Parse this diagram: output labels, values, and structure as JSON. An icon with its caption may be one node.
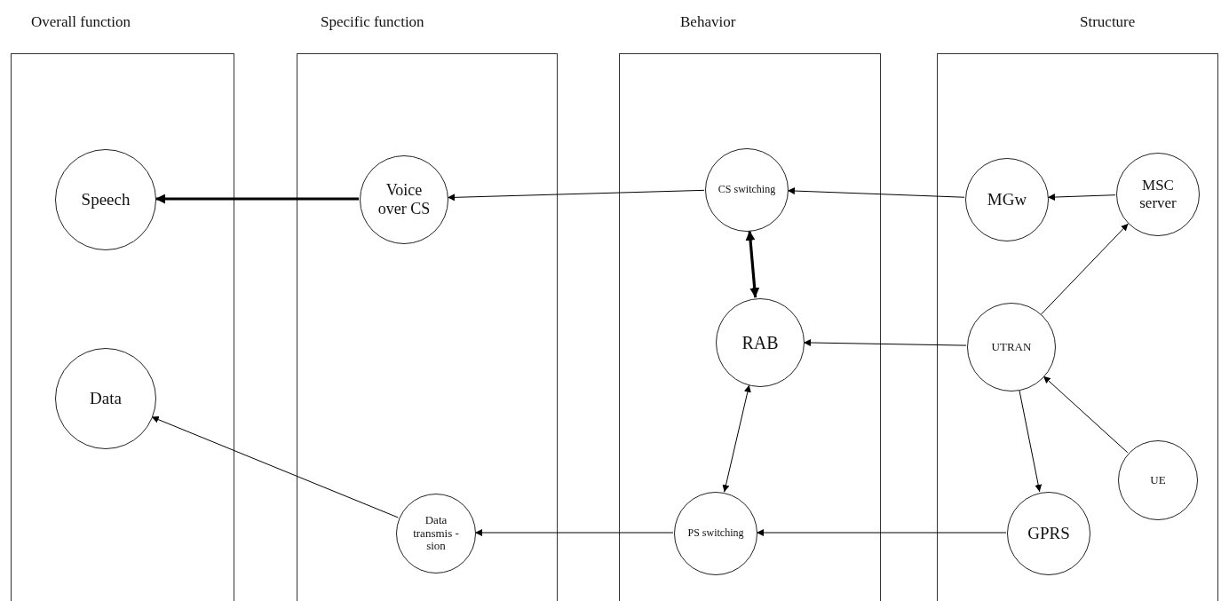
{
  "diagram": {
    "nodes": [
      {
        "text": [
          "Overall function"
        ]
      },
      {
        "text": [
          "Specific function"
        ]
      },
      {
        "text": [
          "Behavior"
        ]
      },
      {
        "text": [
          "Structure"
        ]
      },
      {
        "text": [
          "Speech"
        ],
        "in": 0
      },
      {
        "text": [
          "Data"
        ],
        "in": 0
      },
      {
        "text": [
          "Voice over CS"
        ],
        "in": 1
      },
      {
        "text": [
          "Data transmis -sion"
        ],
        "in": 1
      },
      {
        "text": [
          "CS switching"
        ],
        "in": 2
      },
      {
        "text": [
          "RAB"
        ],
        "in": 2
      },
      {
        "text": [
          "PS switching"
        ],
        "in": 2
      },
      {
        "text": [
          "MGw"
        ],
        "in": 3
      },
      {
        "text": [
          "MSC server"
        ],
        "in": 3
      },
      {
        "text": [
          "UTRAN"
        ],
        "in": 3
      },
      {
        "text": [
          "GPRS"
        ],
        "in": 3
      },
      {
        "text": [
          "UE"
        ],
        "in": 3
      }
    ],
    "edges": [
      {
        "from": 6,
        "to": 4,
        "arrow": "to",
        "style": "thick"
      },
      {
        "from": 8,
        "to": 6,
        "arrow": "to"
      },
      {
        "from": 11,
        "to": 8,
        "arrow": "to"
      },
      {
        "from": 12,
        "to": 11,
        "arrow": "to"
      },
      {
        "from": 8,
        "to": 9,
        "arrow": "both",
        "style": "thick"
      },
      {
        "from": 13,
        "to": 9,
        "arrow": "to"
      },
      {
        "from": 13,
        "to": 12,
        "arrow": "to"
      },
      {
        "from": 15,
        "to": 13,
        "arrow": "to"
      },
      {
        "from": 13,
        "to": 14,
        "arrow": "to"
      },
      {
        "from": 9,
        "to": 10,
        "arrow": "both"
      },
      {
        "from": 14,
        "to": 10,
        "arrow": "to"
      },
      {
        "from": 10,
        "to": 7,
        "arrow": "to"
      },
      {
        "from": 7,
        "to": 5,
        "arrow": "to"
      }
    ]
  }
}
